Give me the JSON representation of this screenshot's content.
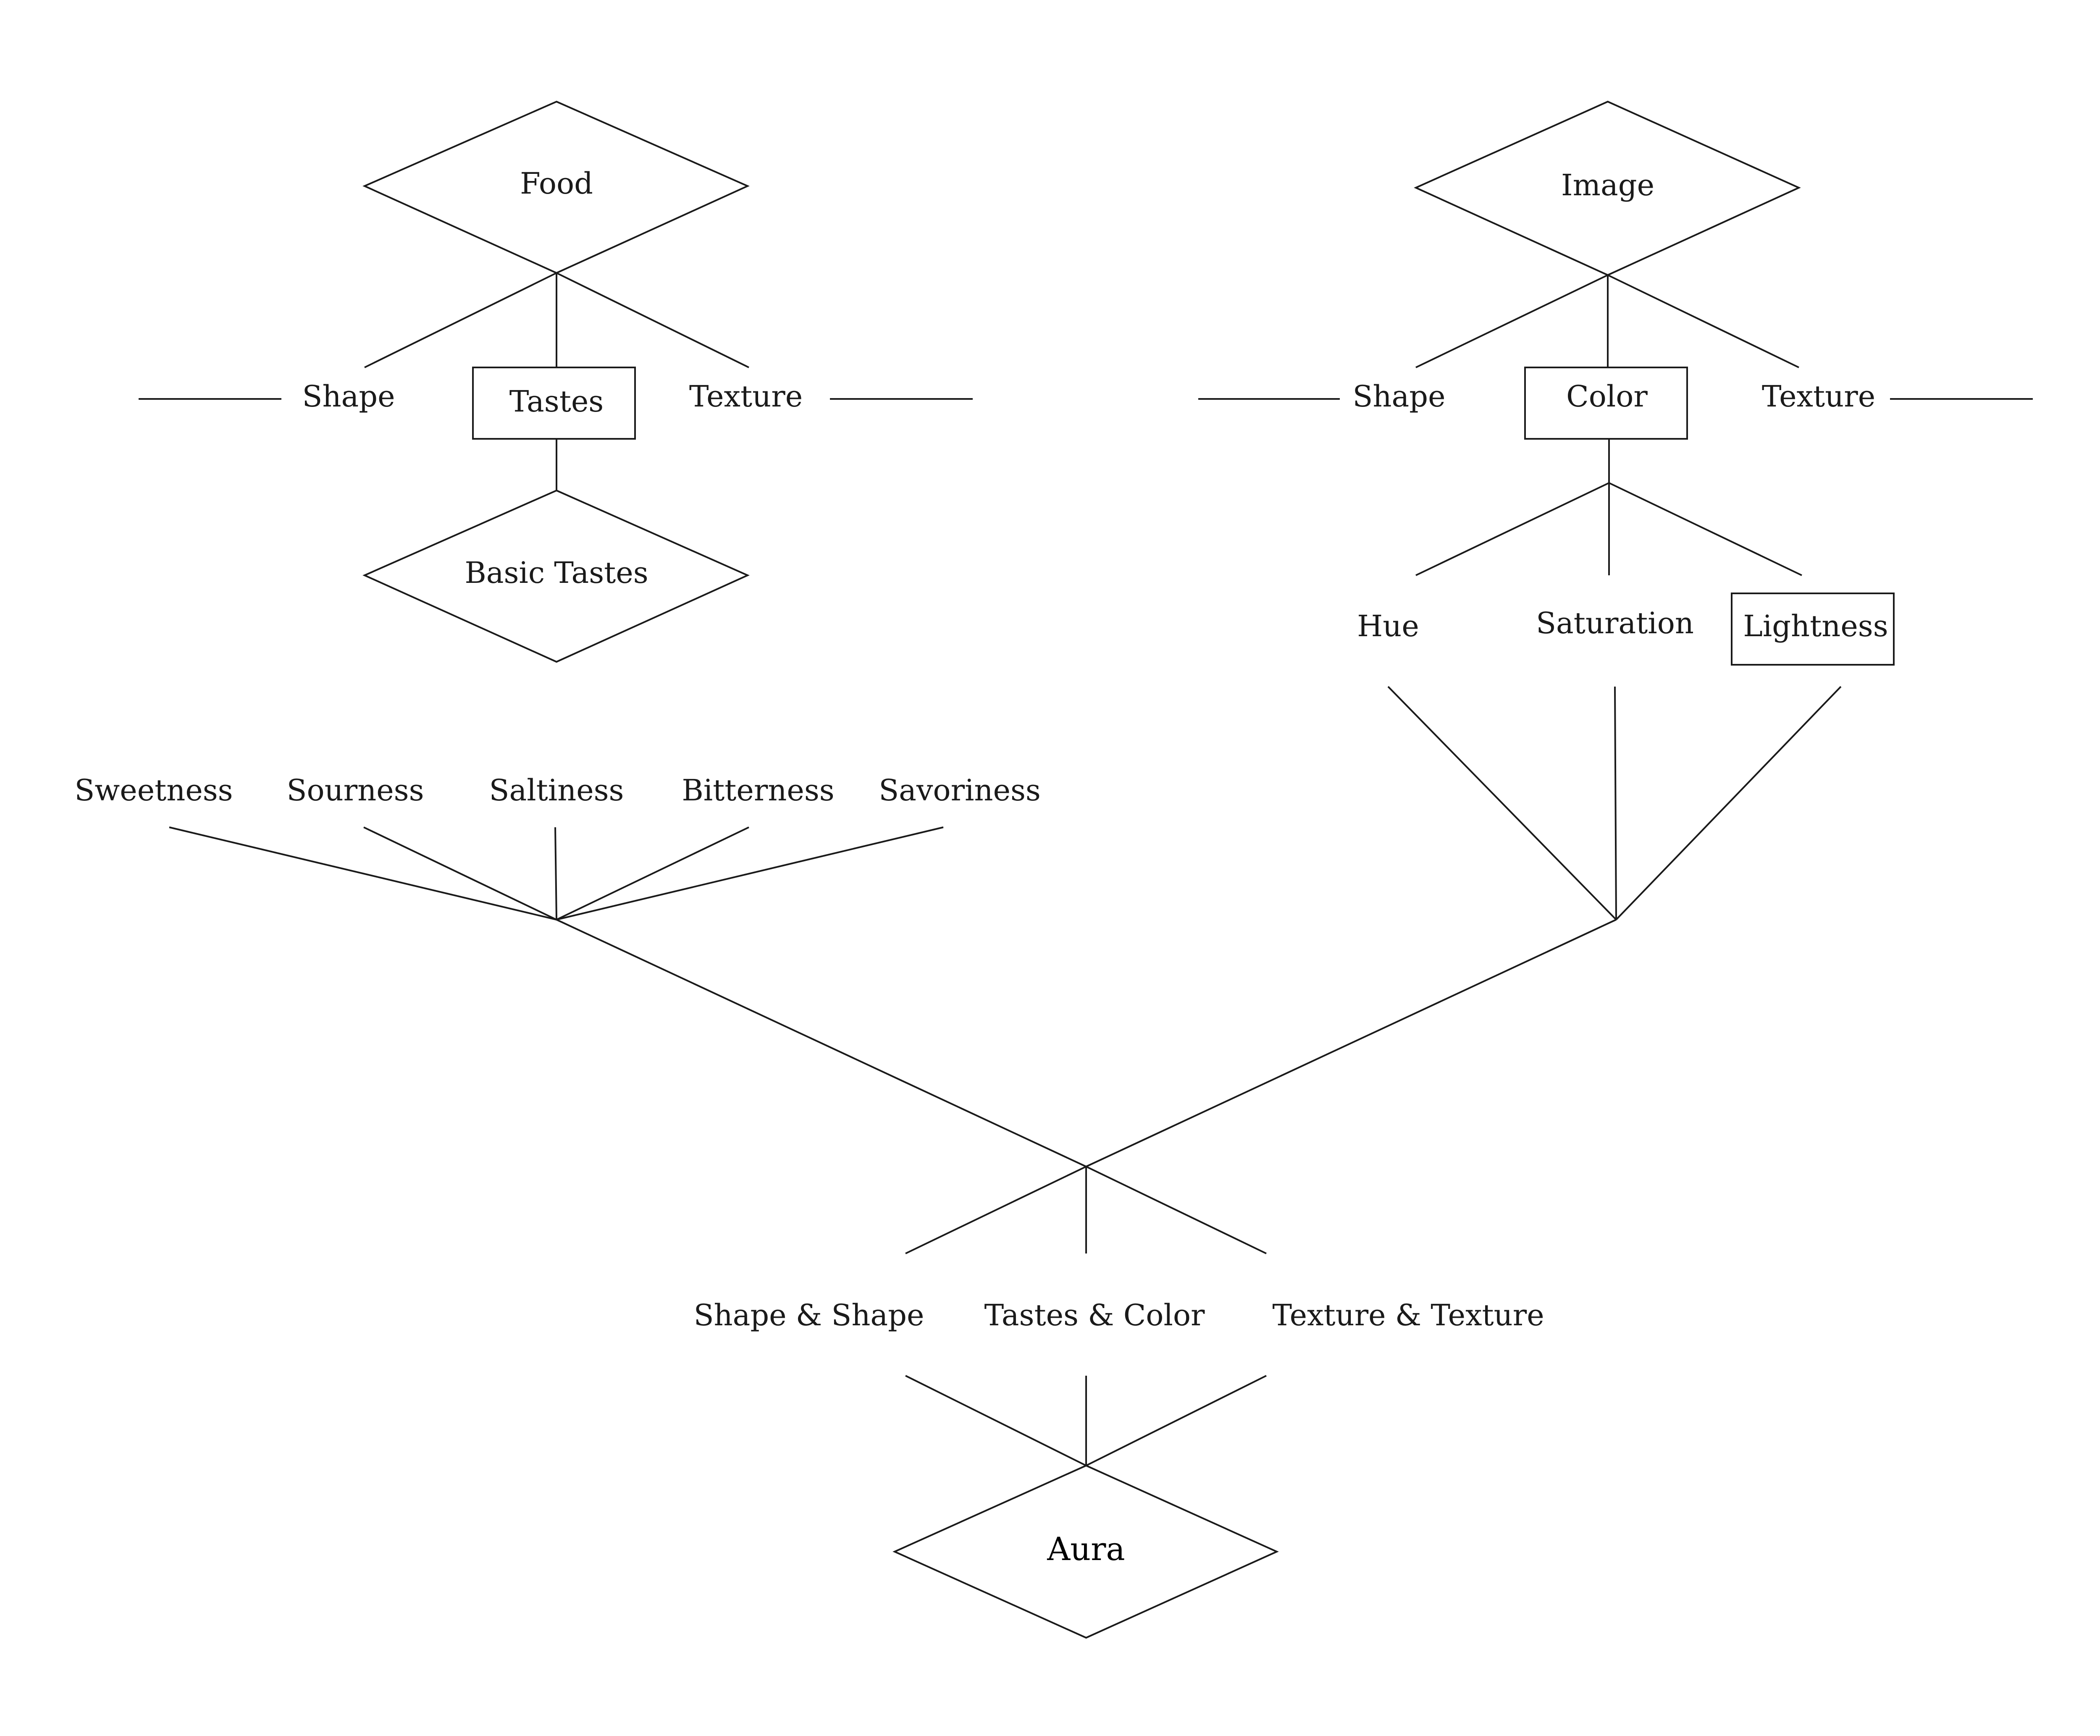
{
  "food": {
    "title": "Food",
    "shape": "Shape",
    "tastes": "Tastes",
    "texture": "Texture",
    "basic_tastes": "Basic Tastes"
  },
  "image": {
    "title": "Image",
    "shape": "Shape",
    "color": "Color",
    "texture": "Texture",
    "hue": "Hue",
    "saturation": "Saturation",
    "lightness": "Lightness"
  },
  "basic_tastes": [
    "Sweetness",
    "Sourness",
    "Saltiness",
    "Bitterness",
    "Savoriness"
  ],
  "pairs": {
    "shape_shape": "Shape & Shape",
    "tastes_color": "Tastes & Color",
    "texture_texture": "Texture & Texture"
  },
  "result": {
    "title": "Aura"
  },
  "colors": {
    "stroke": "#1a1a1a",
    "background": "#ffffff"
  }
}
